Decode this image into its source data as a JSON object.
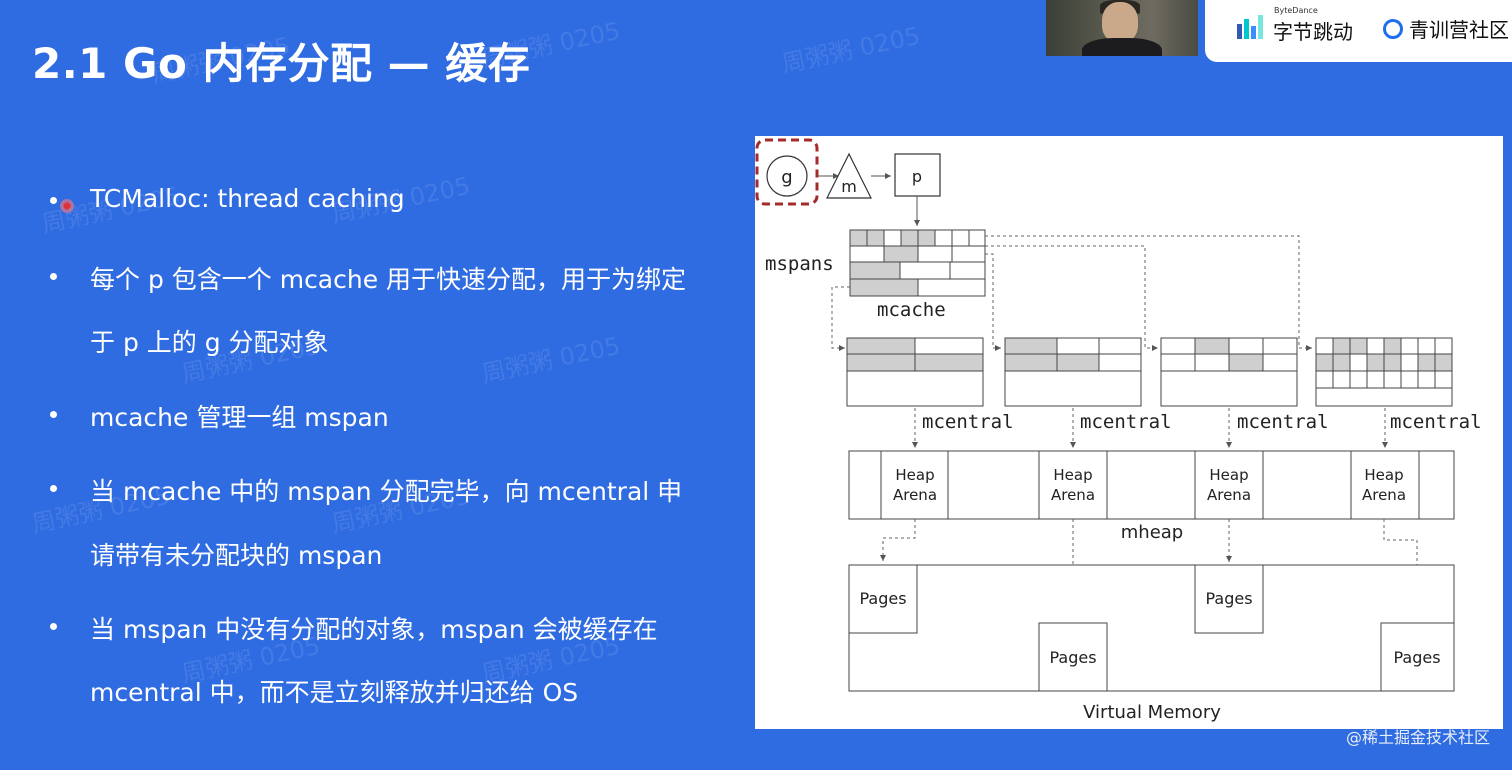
{
  "slide": {
    "title": "2.1 Go 内存分配 — 缓存",
    "bullets": [
      {
        "lines": [
          "TCMalloc: thread caching"
        ]
      },
      {
        "lines": [
          "每个 p 包含一个 mcache 用于快速分配，用于为绑定",
          "于 p 上的 g 分配对象"
        ]
      },
      {
        "lines": [
          "mcache 管理一组 mspan"
        ]
      },
      {
        "lines": [
          "当 mcache 中的 mspan 分配完毕，向 mcentral 申",
          "请带有未分配块的 mspan"
        ]
      },
      {
        "lines": [
          "当 mspan 中没有分配的对象，mspan 会被缓存在",
          "mcentral 中，而不是立刻释放并归还给 OS"
        ]
      }
    ]
  },
  "branding": {
    "bytedance_small": "ByteDance",
    "bytedance_name": "字节跳动",
    "camp_name": "青训营社区"
  },
  "diagram": {
    "g_label": "g",
    "m_label": "m",
    "p_label": "p",
    "mspans_label": "mspans",
    "mcache_label": "mcache",
    "mcentral_label": "mcentral",
    "heap_arena_line1": "Heap",
    "heap_arena_line2": "Arena",
    "mheap_label": "mheap",
    "pages_label": "Pages",
    "virtual_memory_label": "Virtual Memory"
  },
  "watermark": {
    "text": "周粥粥 0205",
    "corner": "@稀土掘金技术社区"
  },
  "colors": {
    "background": "#2f6be1",
    "highlight_dashed": "#a52a2a",
    "cell_gray": "#cccccc"
  }
}
